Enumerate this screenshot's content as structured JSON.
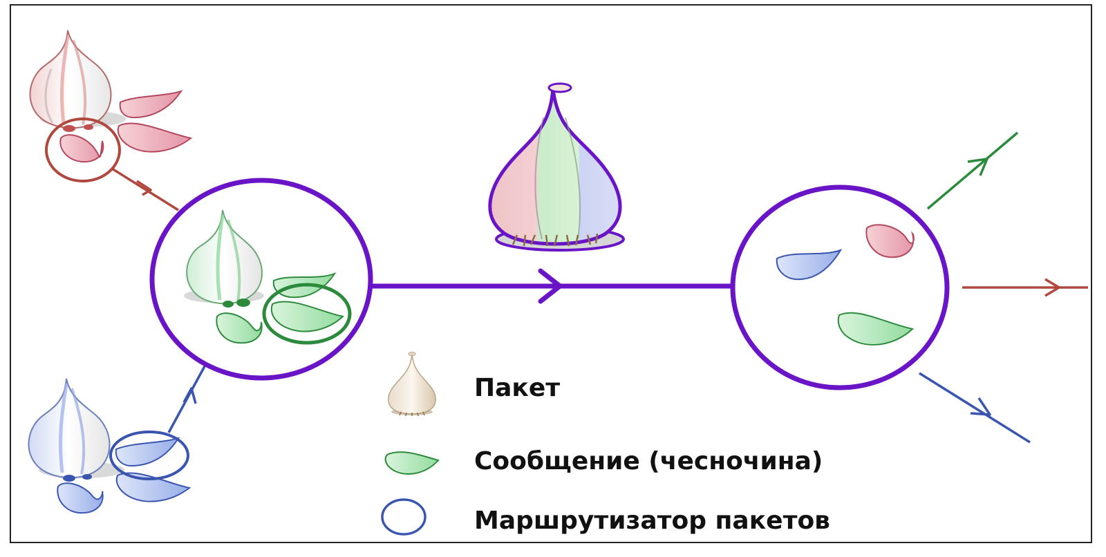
{
  "colors": {
    "router": "#6a14c8",
    "sender_red": "#b0483e",
    "sender_blue": "#3a55b0",
    "sender_green": "#2c8a3c",
    "frame": "#222222",
    "legend_router": "#3a55b0",
    "legend_text": "#111111"
  },
  "icons": [
    "garlic-bulb-red-icon",
    "garlic-bulb-green-icon",
    "garlic-bulb-blue-icon",
    "garlic-packet-icon",
    "garlic-clove-icon",
    "router-circle-icon"
  ],
  "legend": {
    "packet_label": "Пакет",
    "message_label": "Сообщение (чесночина)",
    "router_label": "Маршрутизатор пакетов"
  }
}
